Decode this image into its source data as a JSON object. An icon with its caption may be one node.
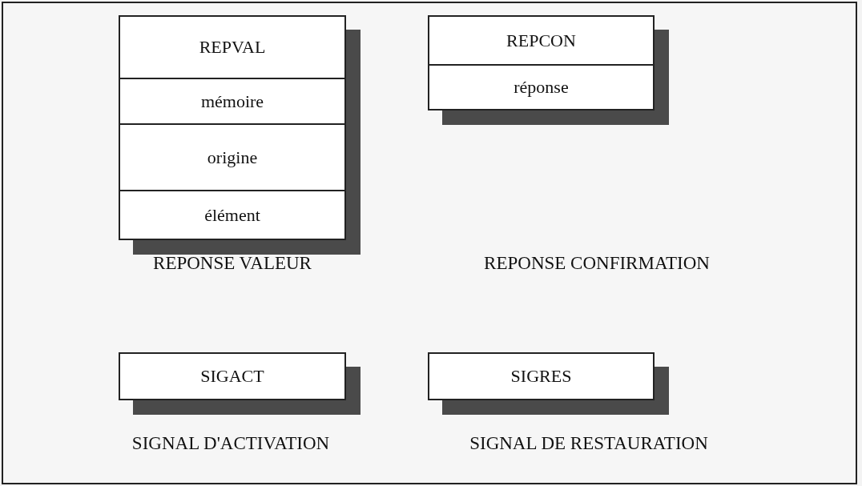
{
  "diagram": {
    "nodes": [
      {
        "text": [
          "REPVAL",
          "mémoire",
          "origine",
          "élément"
        ],
        "beside": [
          "REPONSE VALEUR"
        ]
      },
      {
        "text": [
          "REPCON",
          "réponse"
        ]
      },
      {
        "text": [
          "SIGACT"
        ],
        "beside": [
          "SIGNAL D'ACTIVATION"
        ]
      },
      {
        "text": [
          "SIGRES"
        ],
        "beside": [
          "SIGNAL DE RESTAURATION"
        ]
      }
    ],
    "labels": [
      "REPONSE CONFIRMATION"
    ]
  }
}
